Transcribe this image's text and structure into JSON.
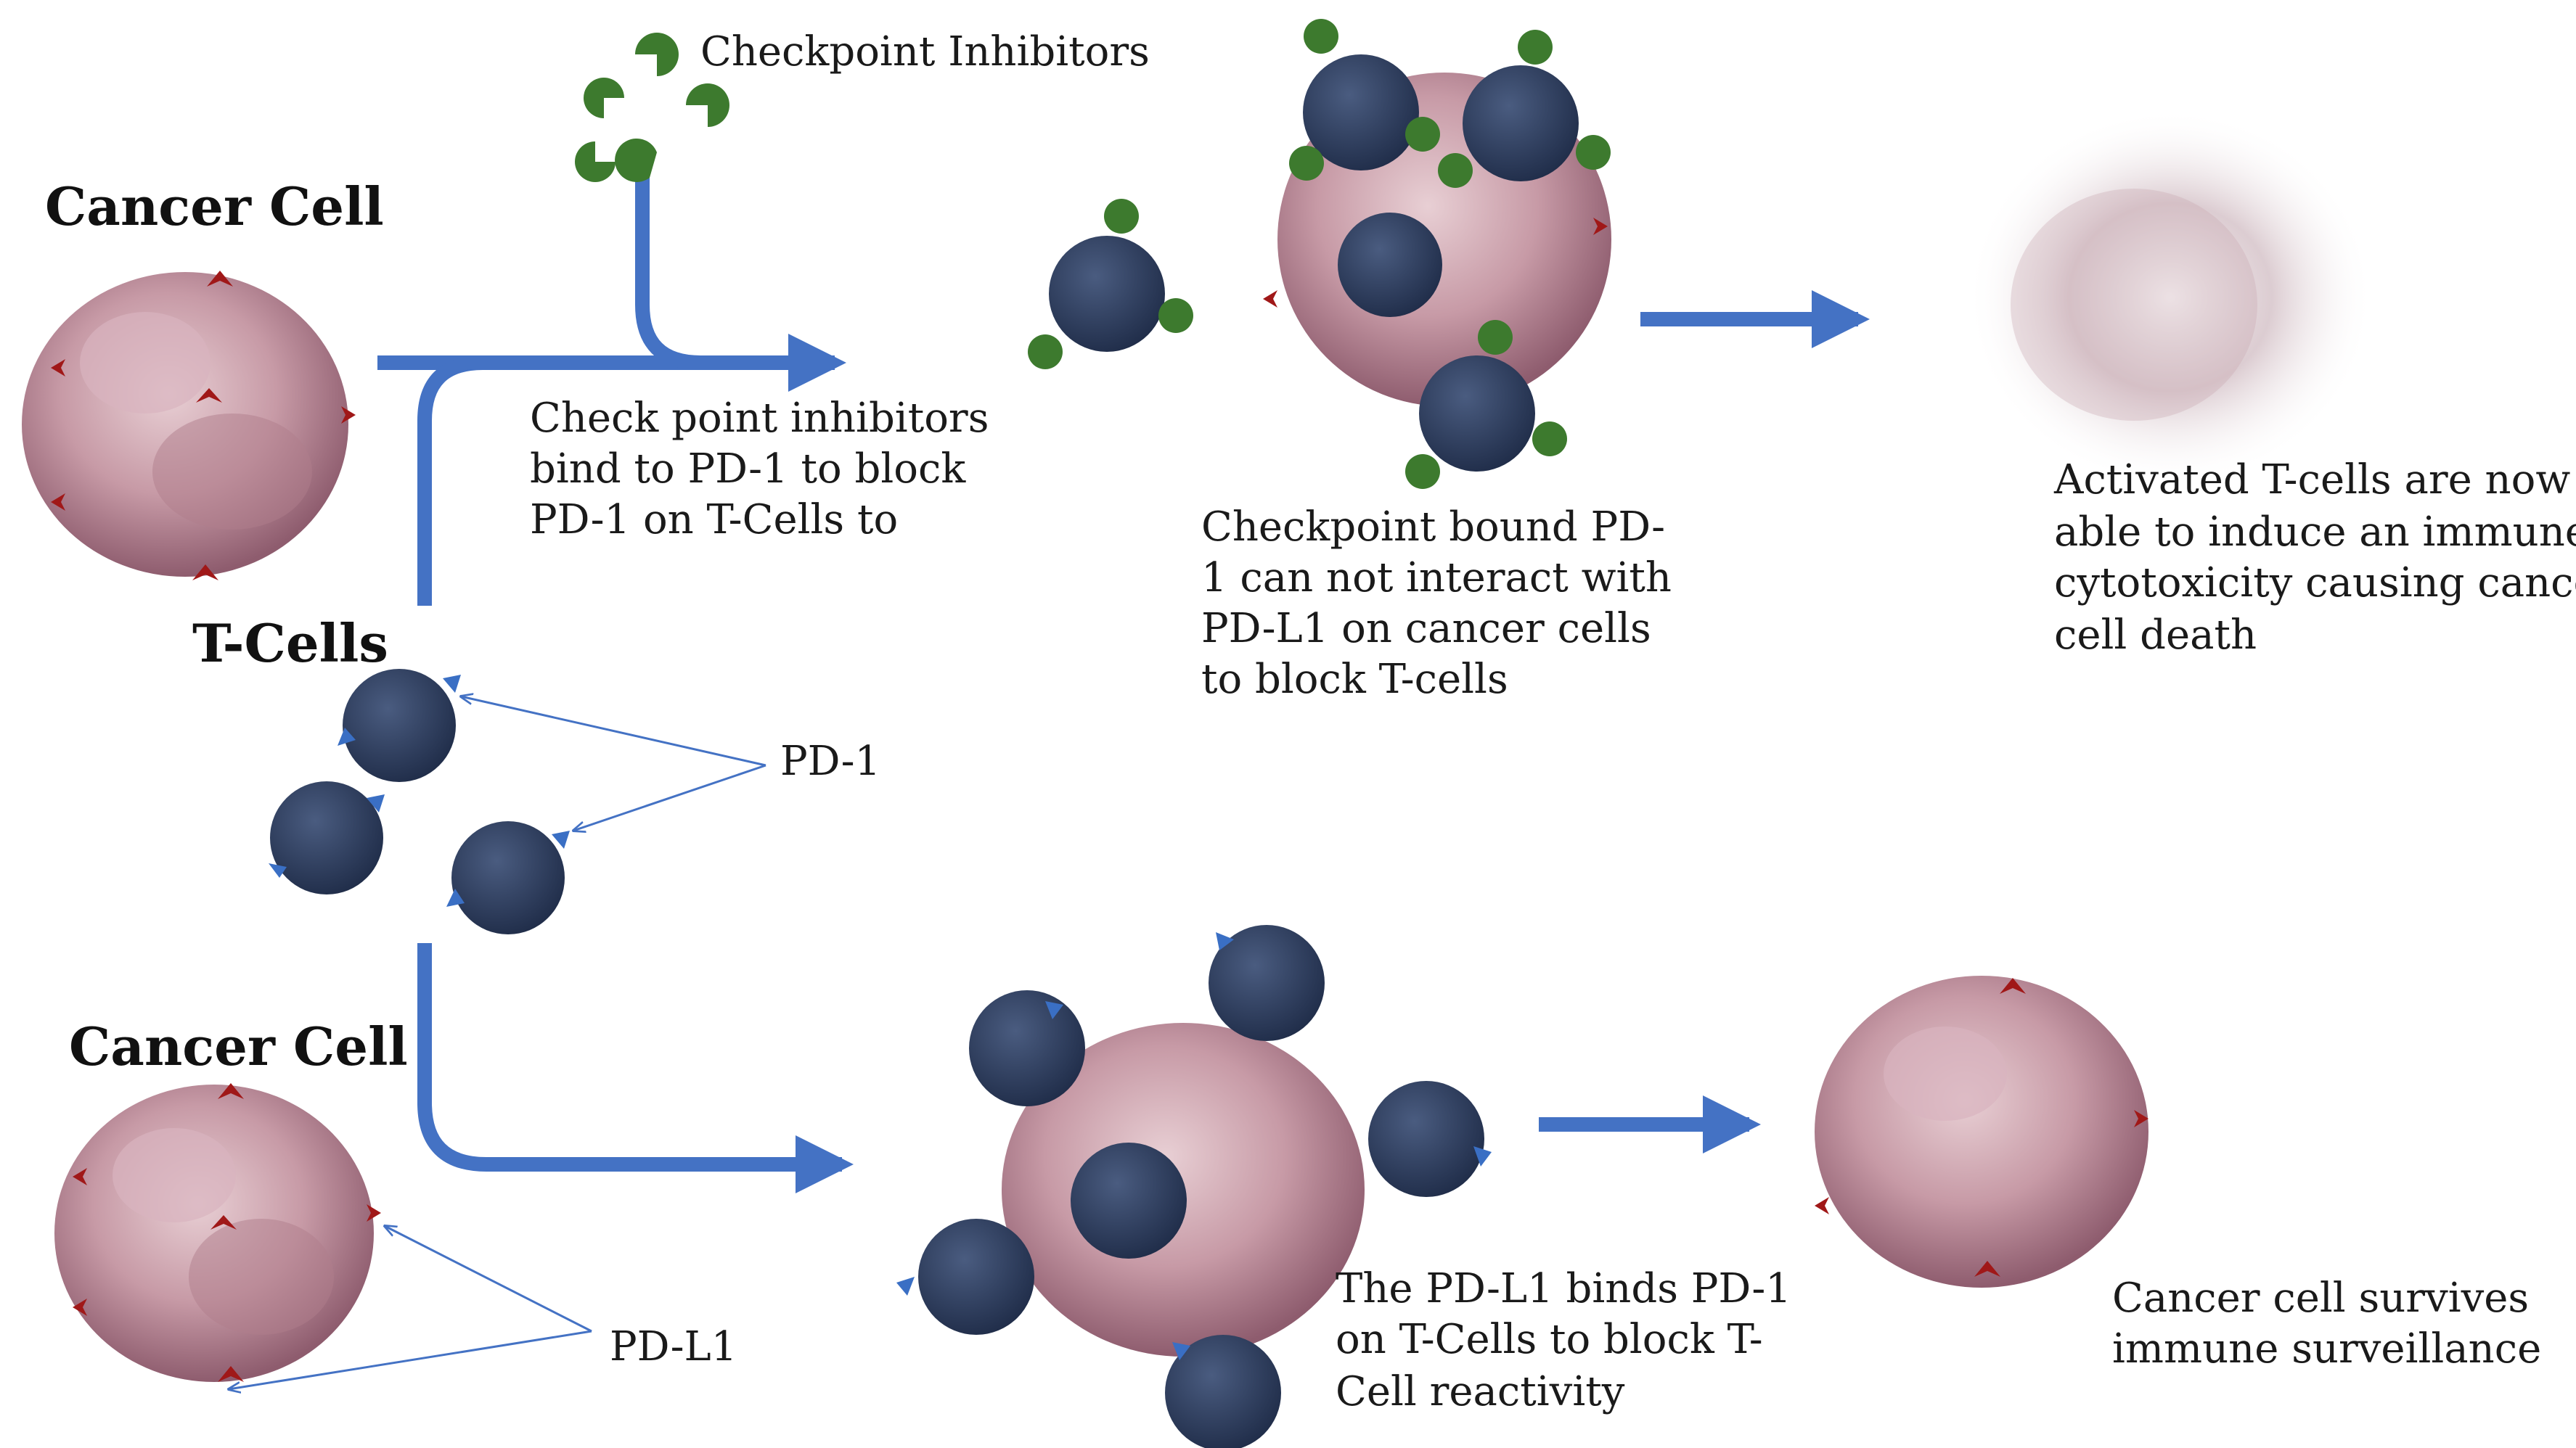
{
  "title_top": "Cancer Cell",
  "title_bottom": "Cancer Cell",
  "tcells_label": "T-Cells",
  "inhibitor_label": "Checkpoint Inhibitors",
  "pd1_label": "PD-1",
  "pdl1_label": "PD-L1",
  "caption_inhibitors": [
    "Check point inhibitors",
    "bind to PD-1 to block",
    "PD-1 on T-Cells to"
  ],
  "caption_bound": [
    "Checkpoint bound PD-",
    "1 can not interact with",
    "PD-L1 on cancer cells",
    "to block T-cells"
  ],
  "caption_activated": [
    "Activated T-cells are now",
    "able to induce an immune",
    "cytotoxicity causing cancer",
    "cell death"
  ],
  "caption_binds": [
    "The PD-L1 binds PD-1",
    "on T-Cells to block T-",
    "Cell reactivity"
  ],
  "caption_survives": [
    "Cancer cell survives",
    "immune surveillance"
  ],
  "colors": {
    "arrow": "#4472c4",
    "tcell": "#2b3a5c",
    "pd1": "#3a6fc4",
    "inhibitor": "#3d7a2e",
    "pdl1": "#a01818",
    "cancer": "#b98a98"
  }
}
